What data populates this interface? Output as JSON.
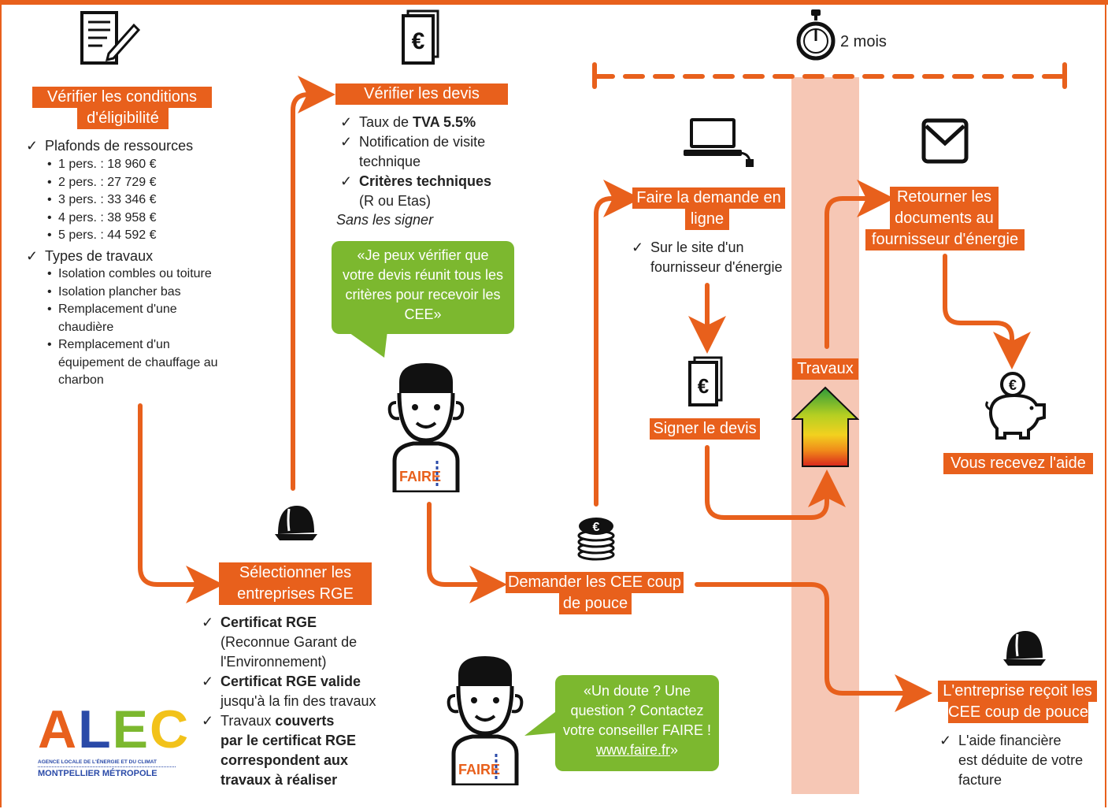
{
  "timeline": {
    "duration": "2 mois"
  },
  "step1": {
    "title_lines": [
      "Vérifier les conditions",
      "d'éligibilité"
    ],
    "criteria1": "Plafonds de ressources",
    "income_limits": [
      "1 pers. : 18 960 €",
      "2 pers. : 27 729 €",
      "3 pers. : 33 346 €",
      "4 pers. : 38 958 €",
      "5 pers. : 44 592 €"
    ],
    "criteria2": "Types de travaux",
    "work_types": [
      "Isolation combles ou toiture",
      "Isolation plancher bas",
      "Remplacement d'une",
      "chaudière",
      "Remplacement d'un",
      "équipement de chauffage au",
      "charbon"
    ]
  },
  "step2": {
    "title_lines": [
      "Sélectionner les",
      "entreprises RGE"
    ],
    "checks": [
      {
        "bold": "Certificat RGE",
        "rest": [
          "(Reconnue Garant de",
          "l'Environnement)"
        ]
      },
      {
        "bold": "Certificat RGE valide",
        "rest": [
          "jusqu'à la fin des travaux"
        ]
      },
      {
        "plain": "Travaux ",
        "bold": "couverts",
        "rest_bold": [
          "par le certificat RGE",
          "correspondent aux"
        ],
        "rest": [
          "travaux à réaliser"
        ]
      }
    ]
  },
  "step3": {
    "title": "Vérifier les devis",
    "check1_plain": "Taux de ",
    "check1_bold": "TVA 5.5%",
    "check2_lines": [
      "Notification de visite",
      "technique"
    ],
    "check3_bold": "Critères techniques",
    "check3_rest": "(R ou Etas)",
    "note": "Sans les signer"
  },
  "bubble1": {
    "lines": [
      "«Je peux vérifier que",
      "votre devis réunit tous les",
      "critères pour recevoir les",
      "CEE»"
    ]
  },
  "bubble2": {
    "lines": [
      "«Un doute ? Une",
      "question ? Contactez",
      "votre conseiller FAIRE !"
    ],
    "link": "www.faire.fr",
    "close": "»"
  },
  "step4": {
    "title_lines": [
      "Demander les CEE coup",
      "de pouce"
    ]
  },
  "step5": {
    "title_lines": [
      "Faire la demande en",
      "ligne"
    ],
    "check_lines": [
      "Sur le site d'un",
      "fournisseur d'énergie"
    ]
  },
  "step6": {
    "title": "Signer le devis"
  },
  "step7": {
    "title": "Travaux"
  },
  "step8": {
    "title_lines": [
      "Retourner les",
      "documents au",
      "fournisseur d'énergie"
    ]
  },
  "step9": {
    "title": "Vous recevez l'aide"
  },
  "step10": {
    "title_lines": [
      "L'entreprise reçoit les",
      "CEE coup de pouce"
    ],
    "check_lines": [
      "L'aide financière",
      "est déduite de votre",
      "facture"
    ]
  },
  "faire_badge": "FAIRE",
  "logo": {
    "letters": [
      "A",
      "L",
      "E",
      "C"
    ],
    "line1": "AGENCE LOCALE DE L'ÉNERGIE ET DU CLIMAT",
    "line2": "MONTPELLIER MÉTROPOLE"
  },
  "colors": {
    "orange": "#e8601c",
    "green": "#7cb82f",
    "band": "#f6c7b5"
  }
}
